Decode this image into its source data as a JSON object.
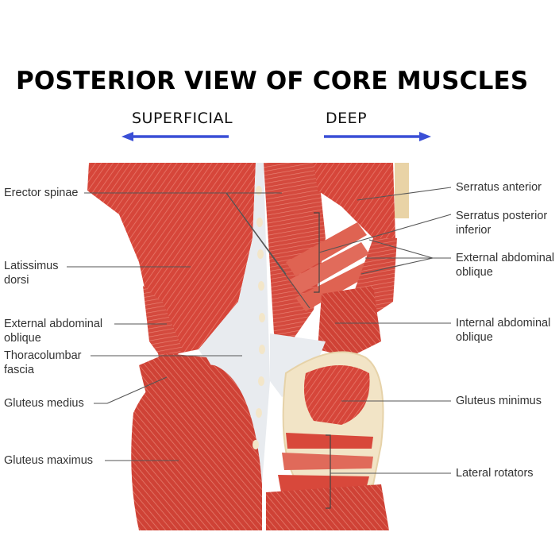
{
  "title": "POSTERIOR VIEW OF CORE MUSCLES",
  "directions": {
    "superficial": "SUPERFICIAL",
    "deep": "DEEP"
  },
  "colors": {
    "arrow": "#3a4fd6",
    "muscle": "#d8493d",
    "muscle_light": "#ee8b78",
    "fascia": "#e9ecf0",
    "bone": "#f1e3c4",
    "leader": "#555555"
  },
  "labels_left": {
    "erector_spinae": "Erector spinae",
    "latissimus_dorsi_1": "Latissimus",
    "latissimus_dorsi_2": "dorsi",
    "external_oblique_1": "External abdominal",
    "external_oblique_2": "oblique",
    "thoracolumbar_1": "Thoracolumbar",
    "thoracolumbar_2": "fascia",
    "gluteus_medius": "Gluteus medius",
    "gluteus_maximus": "Gluteus maximus"
  },
  "labels_right": {
    "serratus_anterior": "Serratus anterior",
    "serratus_posterior_1": "Serratus posterior",
    "serratus_posterior_2": "inferior",
    "external_oblique_1": "External abdominal",
    "external_oblique_2": "oblique",
    "internal_oblique_1": "Internal abdominal",
    "internal_oblique_2": "oblique",
    "gluteus_minimus": "Gluteus minimus",
    "lateral_rotators": "Lateral rotators"
  }
}
